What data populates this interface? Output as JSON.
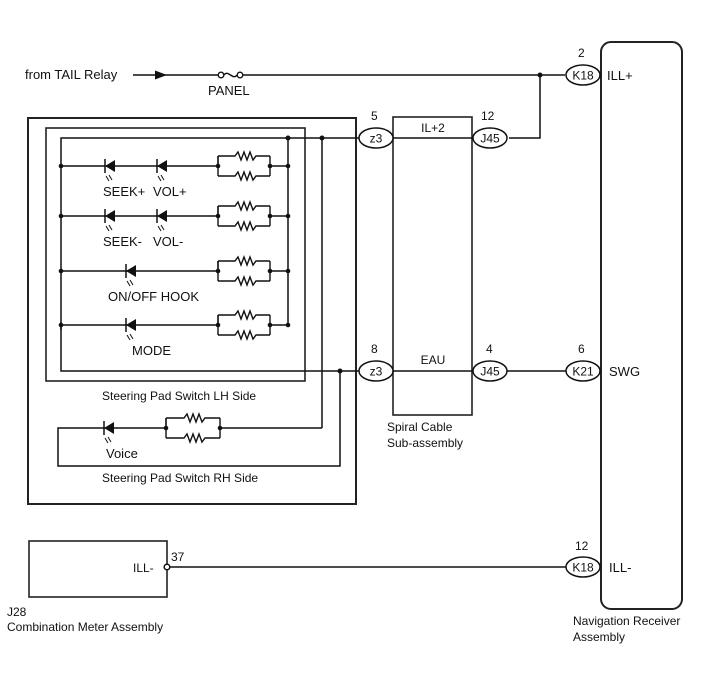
{
  "source": {
    "label": "from TAIL Relay",
    "fuse_label": "PANEL"
  },
  "navigation_receiver": {
    "title_line1": "Navigation Receiver",
    "title_line2": "Assembly",
    "pins": [
      {
        "pin": "2",
        "connector": "K18",
        "signal": "ILL+"
      },
      {
        "pin": "6",
        "connector": "K21",
        "signal": "SWG"
      },
      {
        "pin": "12",
        "connector": "K18",
        "signal": "ILL-"
      }
    ]
  },
  "spiral_cable": {
    "title_line1": "Spiral Cable",
    "title_line2": "Sub-assembly",
    "circuits": [
      {
        "name": "IL+2",
        "in_pin": "5",
        "in_connector": "z3",
        "out_pin": "12",
        "out_connector": "J45"
      },
      {
        "name": "EAU",
        "in_pin": "8",
        "in_connector": "z3",
        "out_pin": "4",
        "out_connector": "J45"
      }
    ]
  },
  "steering_lh": {
    "title": "Steering Pad Switch LH Side",
    "switches": [
      {
        "labels": [
          "SEEK+",
          "VOL+"
        ]
      },
      {
        "labels": [
          "SEEK-",
          "VOL-"
        ]
      },
      {
        "labels": [
          "ON/OFF HOOK"
        ]
      },
      {
        "labels": [
          "MODE"
        ]
      }
    ]
  },
  "steering_rh": {
    "title": "Steering Pad Switch RH Side",
    "switches": [
      {
        "labels": [
          "Voice"
        ]
      }
    ]
  },
  "combination_meter": {
    "connector": "J28",
    "title": "Combination Meter Assembly",
    "pin": "37",
    "signal": "ILL-"
  }
}
